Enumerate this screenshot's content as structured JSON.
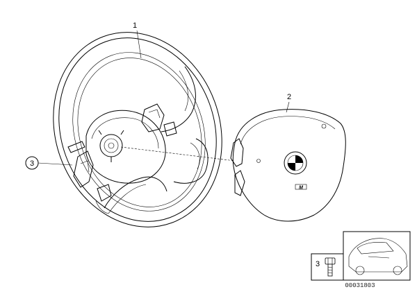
{
  "callouts": {
    "steering_wheel": "1",
    "airbag_module": "2",
    "screw_main": "3",
    "screw_inset": "3"
  },
  "inset": {
    "reference_number": "00031803"
  },
  "emblems": {
    "m_badge_text": "M"
  }
}
